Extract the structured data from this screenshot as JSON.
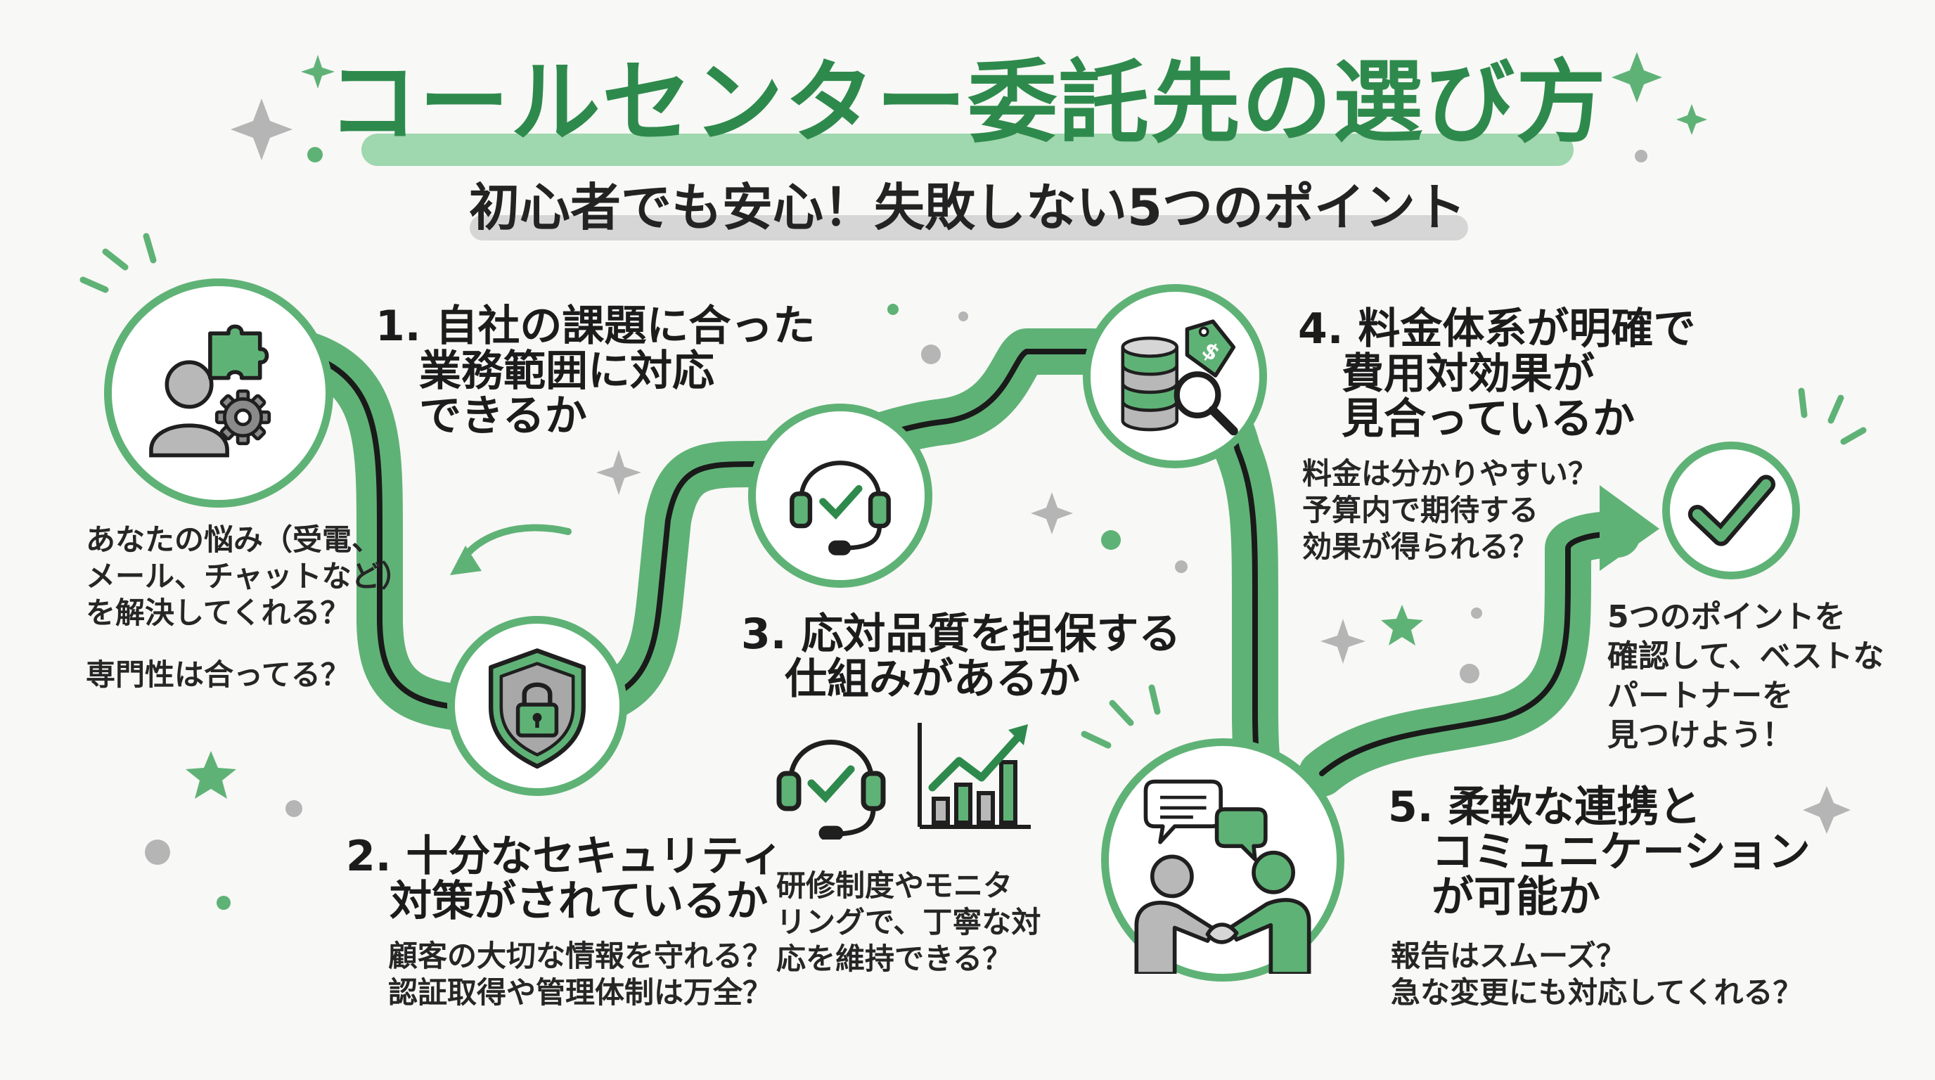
{
  "title": "コールセンター委託先の選び方",
  "subtitle": "初心者でも安心！失敗しない5つのポイント",
  "colors": {
    "accent_green": "#2e8a4c",
    "road_green": "#5fb276",
    "light_green": "#9fd7ae",
    "gray": "#b5b5b5",
    "text": "#1f1f1f"
  },
  "points": [
    {
      "heading": [
        "1. 自社の課題に合った",
        "業務範囲に対応",
        "できるか"
      ],
      "notes": [
        "あなたの悩み（受電、",
        "メール、チャットなど）",
        "を解決してくれる？"
      ],
      "extra_note": "専門性は合ってる？",
      "icons": [
        "person-icon",
        "puzzle-icon",
        "gear-icon"
      ]
    },
    {
      "heading": [
        "2. 十分なセキュリティ",
        "対策がされているか"
      ],
      "notes": [
        "顧客の大切な情報を守れる？",
        "認証取得や管理体制は万全？"
      ],
      "icons": [
        "shield-lock-icon"
      ]
    },
    {
      "heading": [
        "3. 応対品質を担保する",
        "仕組みがあるか"
      ],
      "notes": [
        "研修制度やモニタ",
        "リングで、丁寧な対",
        "応を維持できる？"
      ],
      "icons": [
        "headset-check-icon",
        "growth-chart-icon"
      ]
    },
    {
      "heading": [
        "4. 料金体系が明確で",
        "費用対効果が",
        "見合っているか"
      ],
      "notes": [
        "料金は分かりやすい？",
        "予算内で期待する",
        "効果が得られる？"
      ],
      "icons": [
        "coins-icon",
        "price-tag-icon",
        "magnifier-icon"
      ]
    },
    {
      "heading": [
        "5. 柔軟な連携と",
        "コミュニケーション",
        "が可能か"
      ],
      "notes": [
        "報告はスムーズ？",
        "急な変更にも対応してくれる？"
      ],
      "icons": [
        "chat-bubbles-icon",
        "handshake-icon"
      ]
    }
  ],
  "goal": {
    "text": [
      "5つのポイントを",
      "確認して、ベストな",
      "パートナーを",
      "見つけよう！"
    ],
    "icon": "checkmark-icon"
  }
}
